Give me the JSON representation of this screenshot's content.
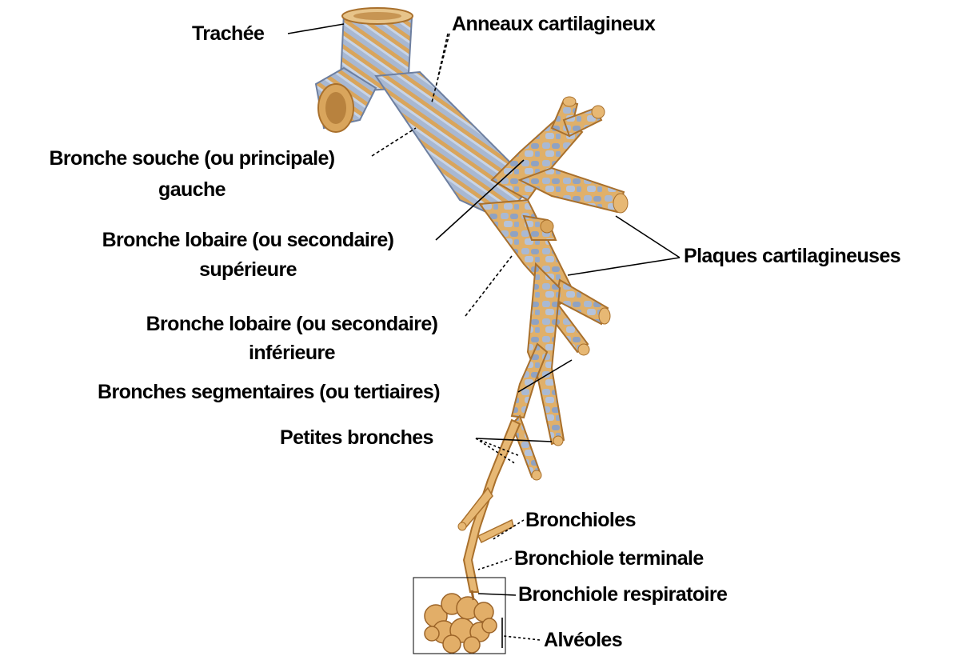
{
  "colors": {
    "background": "#ffffff",
    "text": "#000000",
    "cartilage": "#9eb0cc",
    "cartilage_light": "#c4d0e2",
    "cartilage_dark": "#6d7fa0",
    "tissue": "#e7b874",
    "tissue_dark": "#a9702c",
    "leader_line": "#000000"
  },
  "labels": {
    "trachea": "Trachée",
    "cartilage_rings": "Anneaux cartilagineux",
    "main_bronchus_line1": "Bronche souche (ou principale)",
    "main_bronchus_line2": "gauche",
    "upper_lobar_line1": "Bronche lobaire (ou secondaire)",
    "upper_lobar_line2": "supérieure",
    "cartilage_plates": "Plaques cartilagineuses",
    "lower_lobar_line1": "Bronche lobaire (ou secondaire)",
    "lower_lobar_line2": "inférieure",
    "segmental_bronchi": "Bronches segmentaires (ou tertiaires)",
    "small_bronchi": "Petites bronches",
    "bronchioles": "Bronchioles",
    "terminal_bronchiole": "Bronchiole terminale",
    "respiratory_bronchiole": "Bronchiole respiratoire",
    "alveoli": "Alvéoles"
  }
}
